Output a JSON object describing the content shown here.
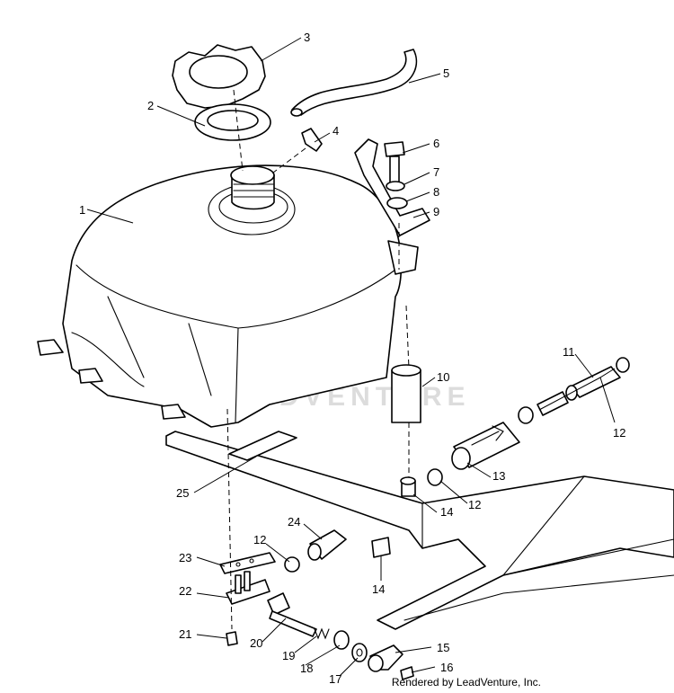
{
  "watermark": {
    "text": "LEADVENTURE",
    "icon": "flame-logo-icon"
  },
  "footer": {
    "text": "Rendered by LeadVenture, Inc."
  },
  "callouts": [
    "1",
    "2",
    "3",
    "4",
    "5",
    "6",
    "7",
    "8",
    "9",
    "10",
    "11",
    "12",
    "12",
    "12",
    "13",
    "14",
    "14",
    "15",
    "16",
    "17",
    "18",
    "19",
    "20",
    "21",
    "22",
    "23",
    "24",
    "25"
  ]
}
